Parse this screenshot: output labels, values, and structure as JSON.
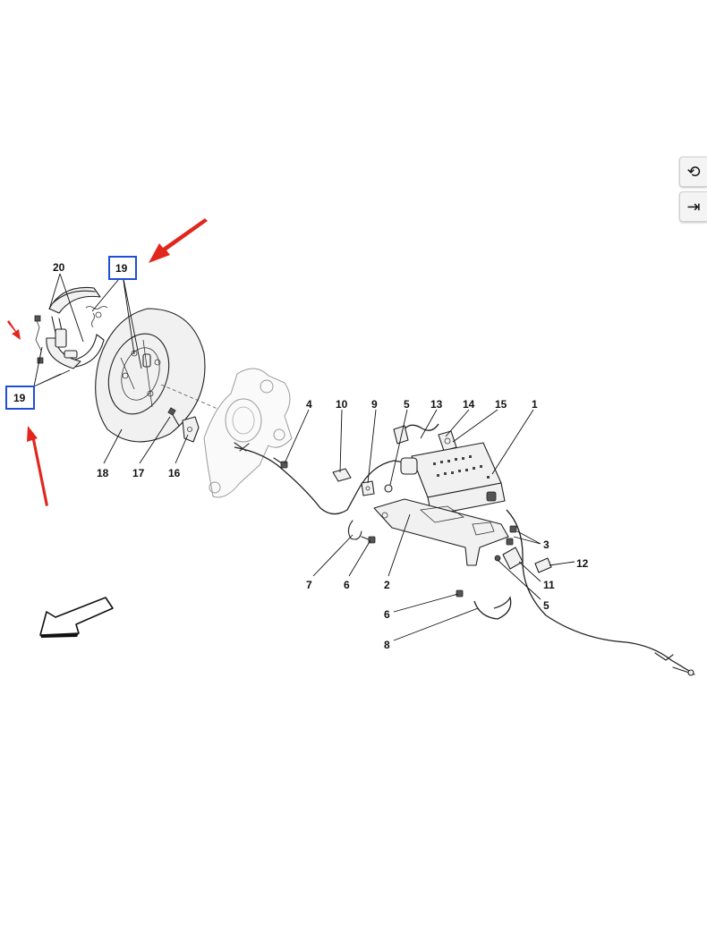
{
  "toolbar": {
    "reset_icon": "rotate-reset-icon",
    "collapse_icon": "collapse-right-icon"
  },
  "colors": {
    "highlight_box": "#1f4fd8",
    "arrow": "#e2261d",
    "line": "#222222"
  },
  "diagram": {
    "callouts": {
      "c1": "1",
      "c2": "2",
      "c3": "3",
      "c4": "4",
      "c5a": "5",
      "c5b": "5",
      "c6a": "6",
      "c6b": "6",
      "c7": "7",
      "c8": "8",
      "c9": "9",
      "c10": "10",
      "c11": "11",
      "c12": "12",
      "c13": "13",
      "c14": "14",
      "c15": "15",
      "c16": "16",
      "c17": "17",
      "c18": "18",
      "c19a": "19",
      "c19b": "19",
      "c20": "20"
    }
  }
}
